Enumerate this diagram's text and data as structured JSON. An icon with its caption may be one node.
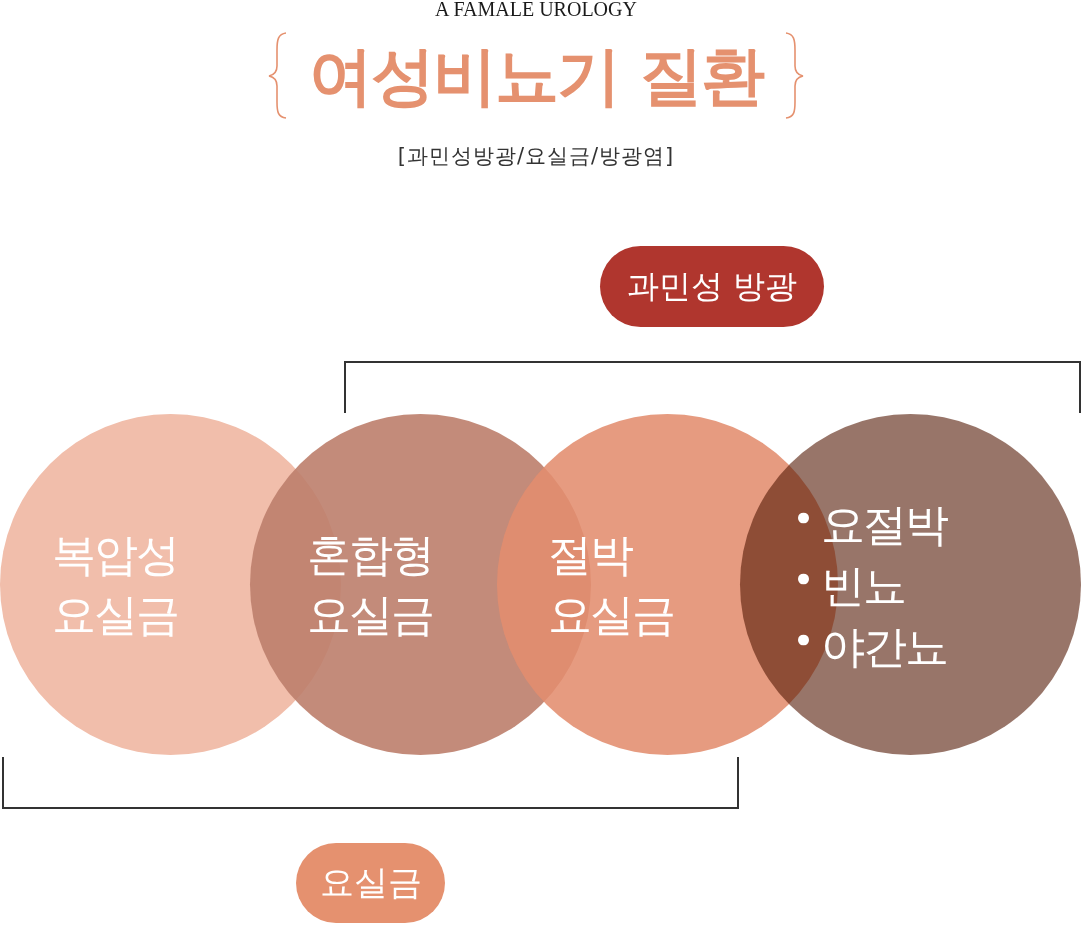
{
  "diagram": {
    "title": "여성비뇨기 질환",
    "nodes": [
      {
        "text": [
          "과민성 방광"
        ]
      },
      {
        "text": [
          "복압성 요실금"
        ]
      },
      {
        "text": [
          "혼합형 요실금"
        ]
      },
      {
        "text": [
          "절박 요실금"
        ]
      },
      {
        "text": [
          "요절박",
          "빈뇨",
          "야간뇨"
        ]
      },
      {
        "text": [
          "요실금"
        ]
      }
    ],
    "labels": [
      "A FAMALE UROLOGY",
      "[과민성방광/요실금/방광염]"
    ]
  }
}
